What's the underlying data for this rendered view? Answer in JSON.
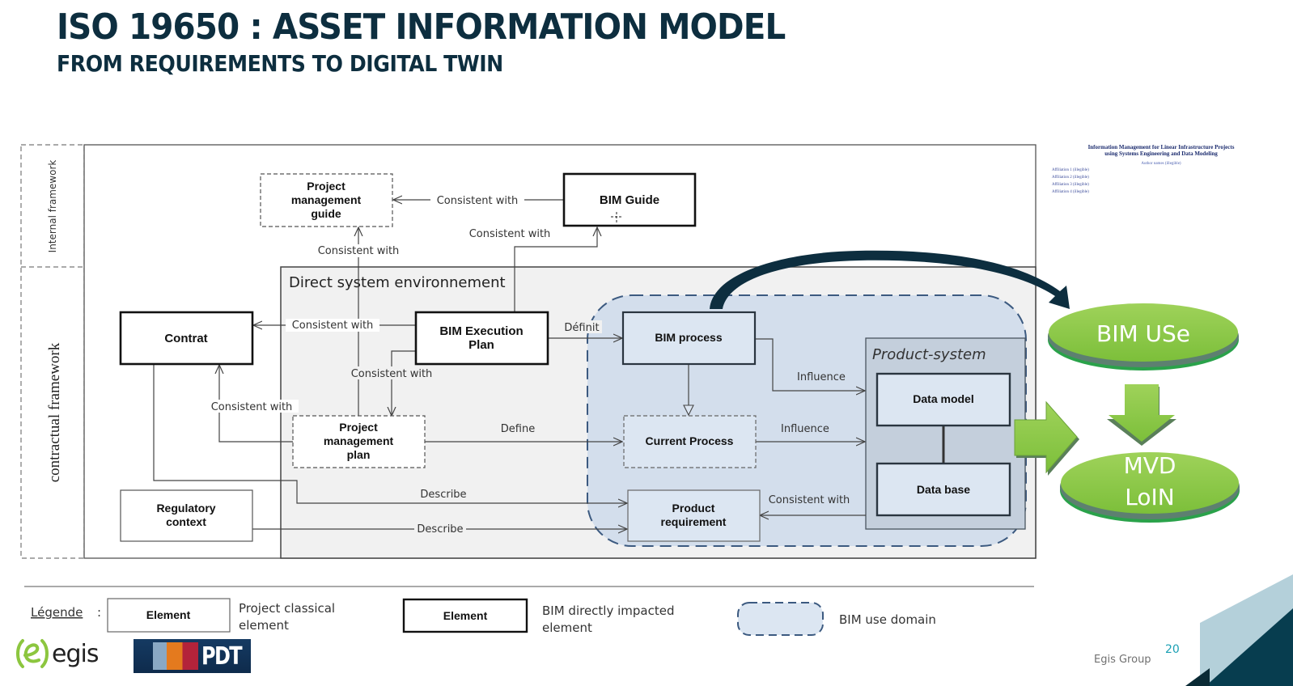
{
  "header": {
    "title": "ISO 19650 : ASSET INFORMATION MODEL",
    "subtitle": "FROM REQUIREMENTS TO DIGITAL TWIN"
  },
  "diagram": {
    "frameworks": {
      "internal": "Internal framework",
      "contractual": "contractual framework"
    },
    "environment_label": "Direct system environnement",
    "product_system_label": "Product-system",
    "nodes": {
      "project_management_guide": [
        "Project",
        "management",
        "guide"
      ],
      "bim_guide": "BIM Guide",
      "contrat": "Contrat",
      "bim_execution_plan": [
        "BIM Execution",
        "Plan"
      ],
      "project_management_plan": [
        "Project",
        "management",
        "plan"
      ],
      "regulatory_context": [
        "Regulatory",
        "context"
      ],
      "bim_process": "BIM process",
      "current_process": "Current Process",
      "product_requirement": [
        "Product",
        "requirement"
      ],
      "data_model": "Data model",
      "data_base": "Data base"
    },
    "edge_labels": {
      "bim_guide_to_pmg": "Consistent with",
      "bep_to_bim_guide": "Consistent with",
      "pmp_to_pmg": "Consistent with",
      "bep_to_contrat": "Consistent with",
      "bep_to_pmp": "Consistent with",
      "pmp_to_contrat": "Consistent with",
      "bep_definit": "Définit",
      "pmp_define": "Define",
      "bim_process_influence": "Influence",
      "current_process_influence": "Influence",
      "contrat_describe": "Describe",
      "regulatory_describe": "Describe",
      "database_consistent": "Consistent with"
    }
  },
  "side_panel": {
    "bim_use": "BIM USe",
    "mvd_loin": [
      "MVD",
      "LoIN"
    ],
    "colors": {
      "green": "#8dc63f",
      "dark_arrow": "#0d2e3f"
    }
  },
  "paper_thumbnail": {
    "title_lines": [
      "Information Management for Linear Infrastructure Projects",
      "using Systems Engineering and Data Modeling"
    ],
    "authors": "Author names (illegible)",
    "affiliations": [
      "Affiliation 1 (illegible)",
      "Affiliation 2 (illegible)",
      "Affiliation 3 (illegible)",
      "Affiliation 4 (illegible)"
    ]
  },
  "legend": {
    "label": "Légende",
    "separator": ":",
    "items": [
      {
        "box": "Element",
        "text": [
          "Project classical",
          "element"
        ]
      },
      {
        "box": "Element",
        "text": [
          "BIM directly impacted",
          "element"
        ]
      },
      {
        "box": "",
        "text": [
          "BIM use domain"
        ]
      }
    ]
  },
  "footer": {
    "company": "Egis Group",
    "page_number": "20",
    "egis_logo_text": "egis",
    "pdt_logo_text": "PDT",
    "colors": {
      "accent": "#1aa0b4",
      "navy": "#0d2e3f",
      "light_teal": "#b4d0da",
      "dark_teal": "#073d4f"
    }
  }
}
